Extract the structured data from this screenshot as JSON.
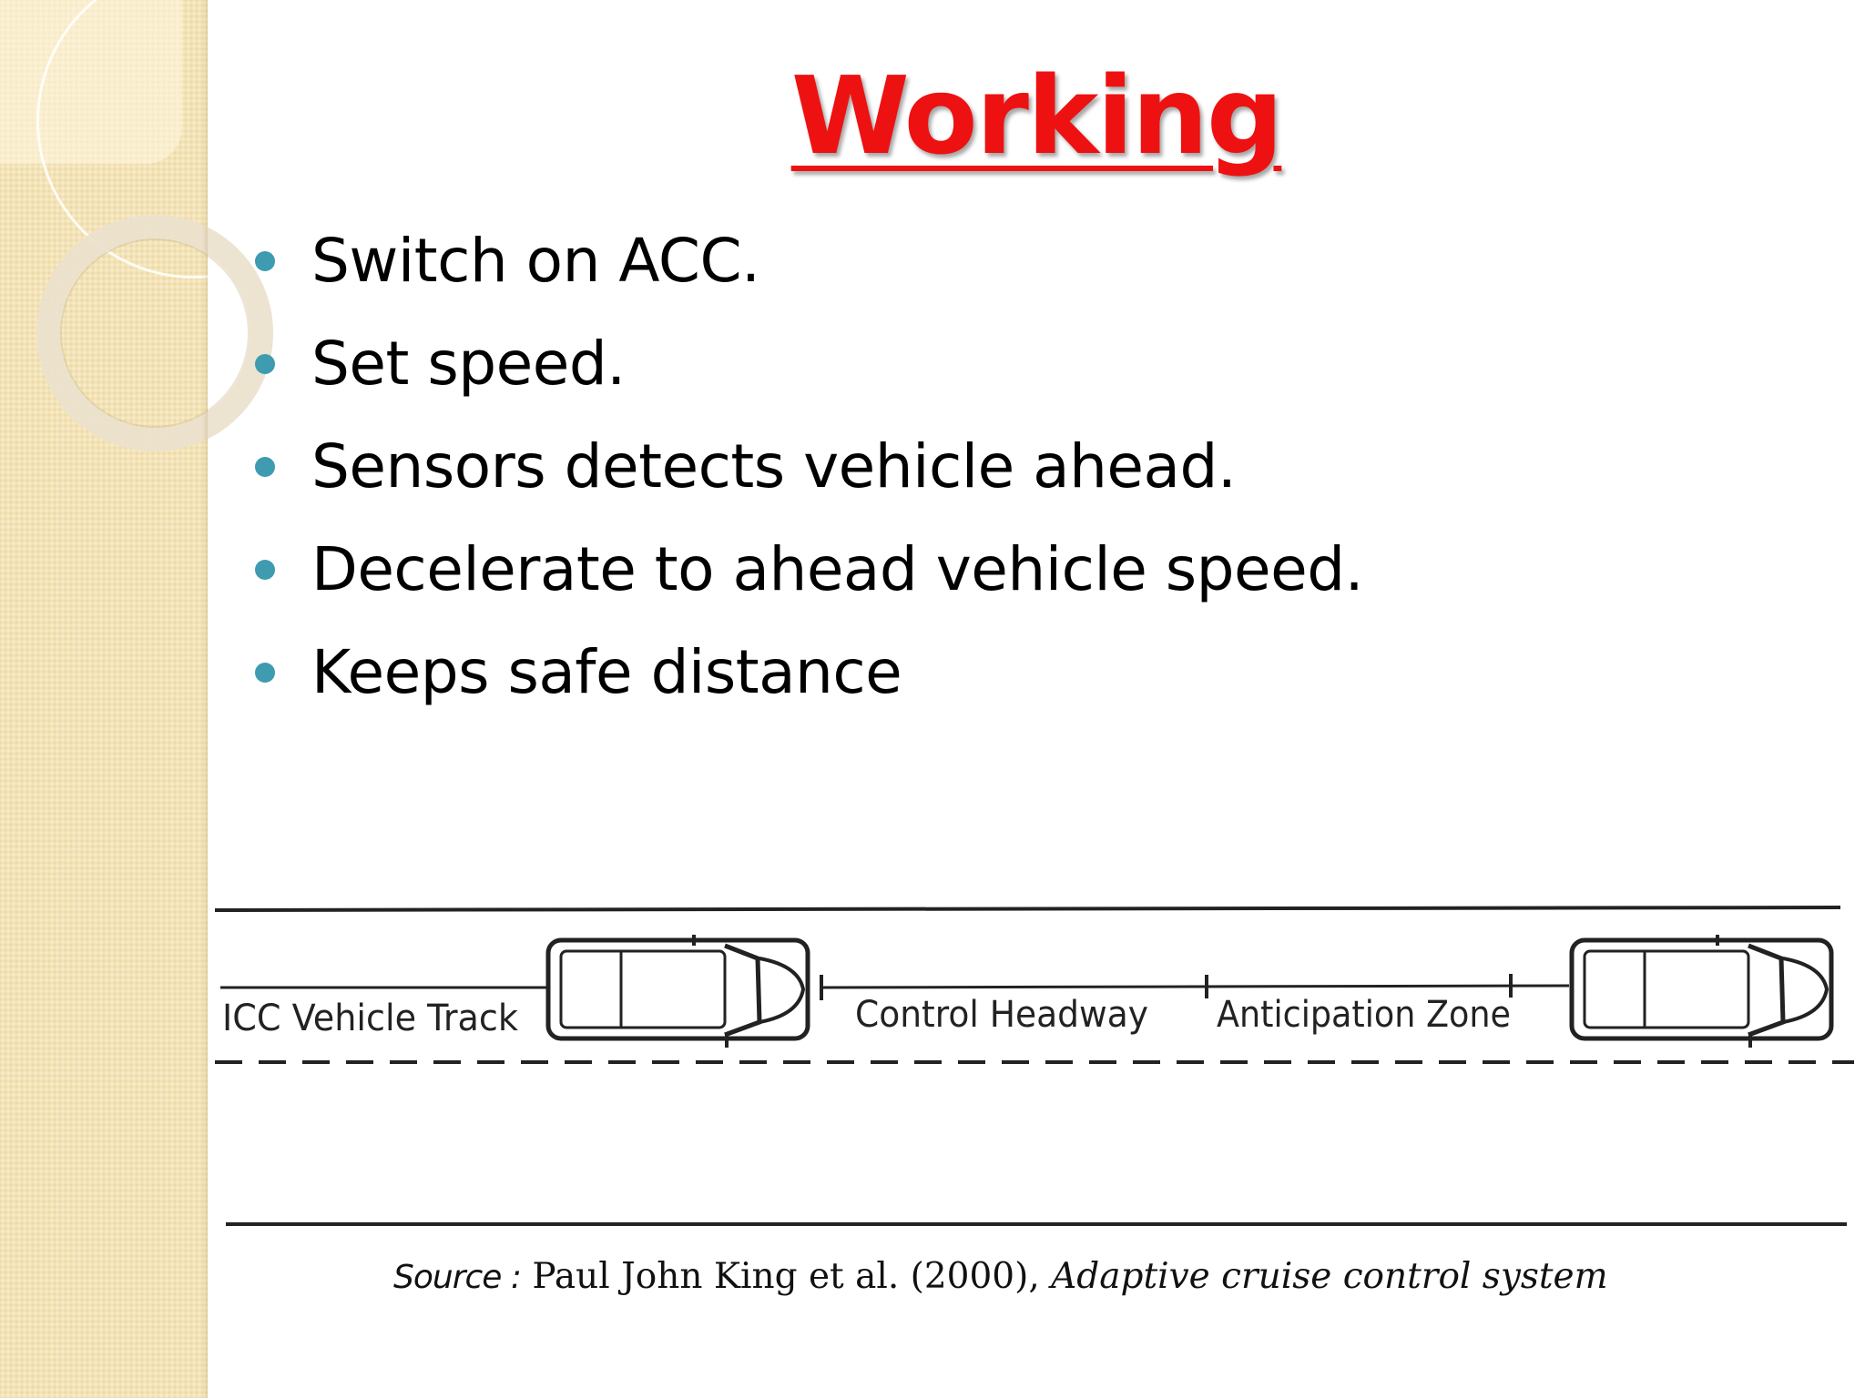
{
  "slide": {
    "title": "Working",
    "bullets": [
      "Switch on ACC.",
      "Set speed.",
      "Sensors detects vehicle ahead.",
      "Decelerate to ahead vehicle speed.",
      "Keeps safe distance"
    ],
    "diagram": {
      "labels": {
        "track": "ICC Vehicle Track",
        "headway": "Control Headway",
        "zone": "Anticipation Zone"
      }
    },
    "source": {
      "lead": "Source :",
      "authors": " Paul John King et al. (2000), ",
      "title": "Adaptive cruise control system"
    }
  },
  "colors": {
    "title": "#ee1111",
    "bullet_dot": "#3e9bb0",
    "side_panel": "#f3e3b6"
  },
  "icons": [
    "vehicle-icon"
  ]
}
